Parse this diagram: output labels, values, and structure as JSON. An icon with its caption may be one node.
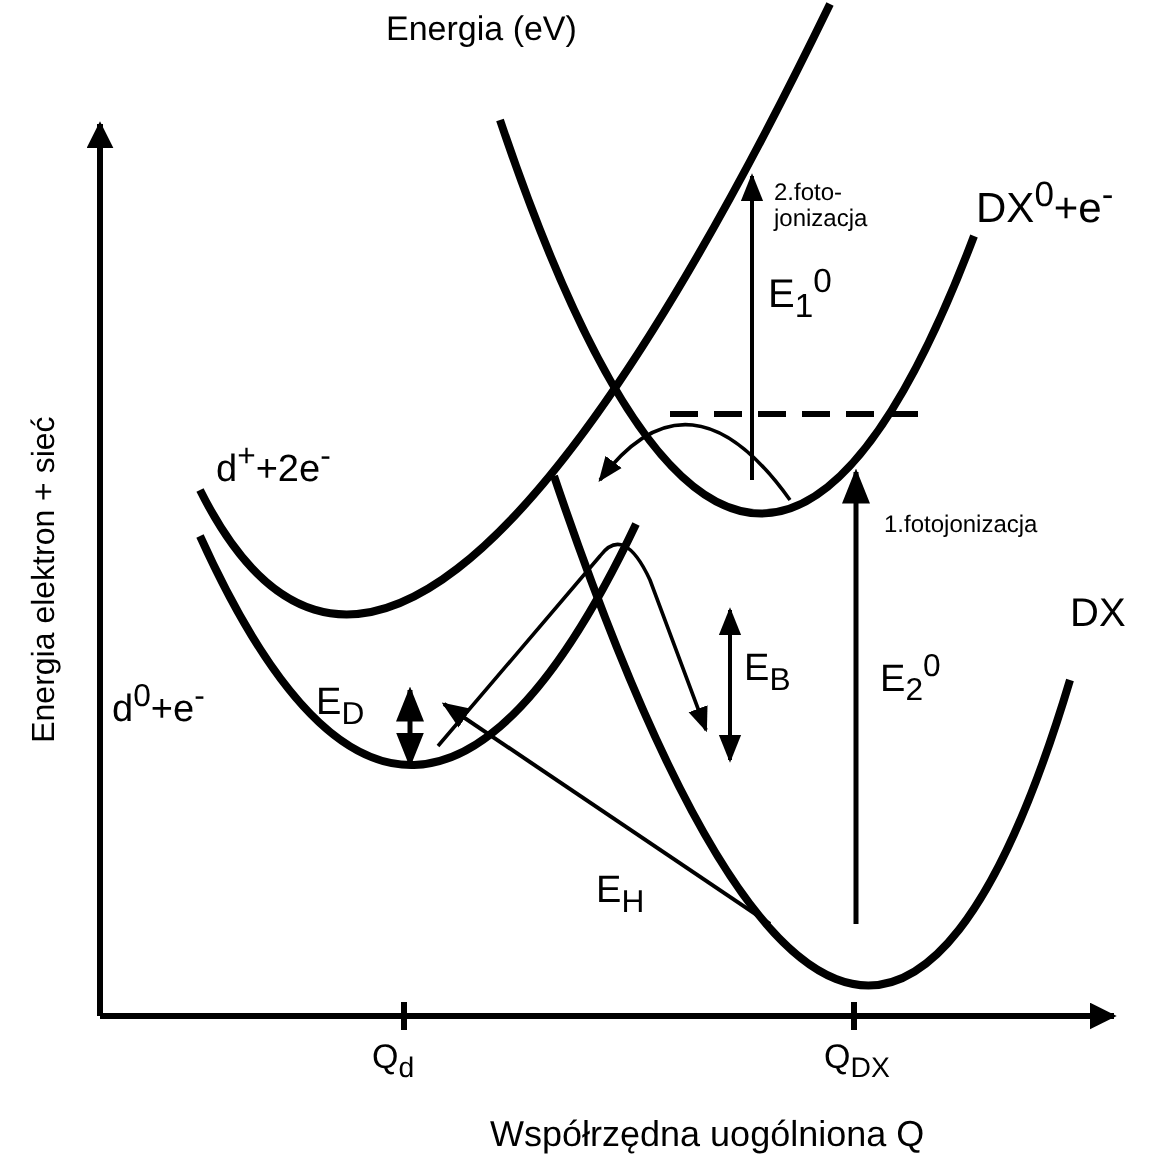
{
  "diagram": {
    "labels": [
      "Energia (eV)",
      "2.foto- jonizacja",
      "DX$^{0}$+e$^{-}$",
      "E$_{1}$$^{0}$",
      "d$^{+}$+2e$^{-}$",
      "Energia elektron + sieć",
      "1.fotojonizacja",
      "DX",
      "d$^{0}$+e$^{-}$",
      "E$_{D}$",
      "E$_{B}$",
      "E$_{2}$$^{0}$",
      "E$_{H}$",
      "Q$_{d}$",
      "Q$_{DX}$",
      "Współrzędna uogólniona Q"
    ]
  }
}
